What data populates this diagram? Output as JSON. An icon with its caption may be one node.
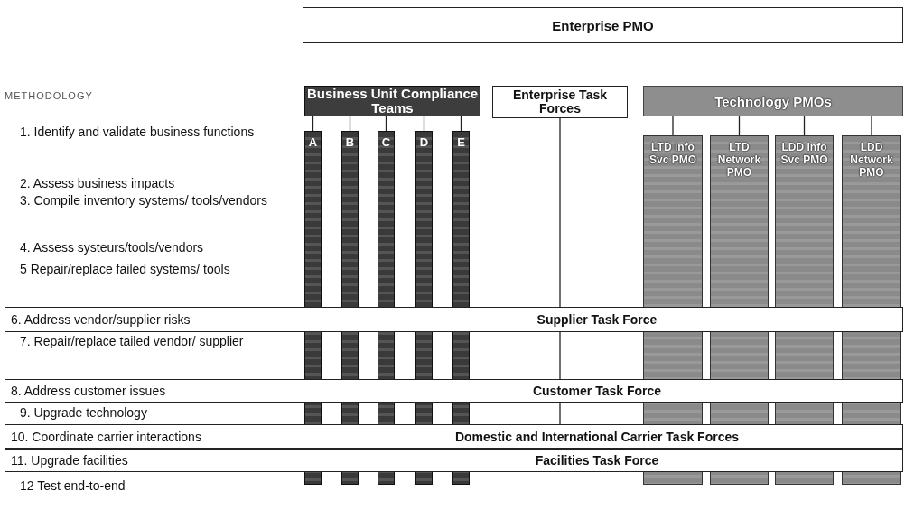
{
  "diagram": {
    "nodes": [
      {
        "text": [
          "Enterprise PMO"
        ]
      },
      {
        "text": [
          "Business Unit Compliance Teams"
        ]
      },
      {
        "text": [
          "Enterprise Task Forces"
        ]
      },
      {
        "text": [
          "Technology PMOs"
        ]
      },
      {
        "text": [
          "A"
        ]
      },
      {
        "text": [
          "B"
        ]
      },
      {
        "text": [
          "C"
        ]
      },
      {
        "text": [
          "D"
        ]
      },
      {
        "text": [
          "E"
        ]
      },
      {
        "text": [
          "LTD Info Svc PMO"
        ]
      },
      {
        "text": [
          "LTD Network PMO"
        ]
      },
      {
        "text": [
          "LDD Info Svc PMO"
        ]
      },
      {
        "text": [
          "LDD Network PMO"
        ]
      },
      {
        "text": [
          "6. Address vendor/supplier risks",
          "Supplier Task Force"
        ]
      },
      {
        "text": [
          "8. Address customer issues",
          "Customer Task Force"
        ]
      },
      {
        "text": [
          "10. Coordinate carrier interactions",
          "Domestic and International Carrier Task Forces"
        ]
      },
      {
        "text": [
          "11. Upgrade facilities",
          "Facilities Task Force"
        ]
      }
    ],
    "edges": [
      {
        "from": 1,
        "to": 4,
        "arrow": "none"
      },
      {
        "from": 1,
        "to": 5,
        "arrow": "none"
      },
      {
        "from": 1,
        "to": 6,
        "arrow": "none"
      },
      {
        "from": 1,
        "to": 7,
        "arrow": "none"
      },
      {
        "from": 1,
        "to": 8,
        "arrow": "none"
      },
      {
        "from": 3,
        "to": 9,
        "arrow": "none"
      },
      {
        "from": 3,
        "to": 10,
        "arrow": "none"
      },
      {
        "from": 3,
        "to": 11,
        "arrow": "none"
      },
      {
        "from": 3,
        "to": 12,
        "arrow": "none"
      },
      {
        "from": 2,
        "to": 13,
        "arrow": "none"
      },
      {
        "from": 13,
        "to": 14,
        "arrow": "none"
      },
      {
        "from": 14,
        "to": 15,
        "arrow": "none"
      }
    ],
    "labels": [
      "METHODOLOGY",
      "1. Identify and validate business functions",
      "2. Assess business impacts",
      "3. Compile inventory systems/ tools/vendors",
      "4. Assess systeurs/tools/vendors",
      "5 Repair/replace failed systems/ tools",
      "7. Repair/replace tailed vendor/ supplier",
      "9. Upgrade technology",
      "12 Test end-to-end"
    ]
  }
}
